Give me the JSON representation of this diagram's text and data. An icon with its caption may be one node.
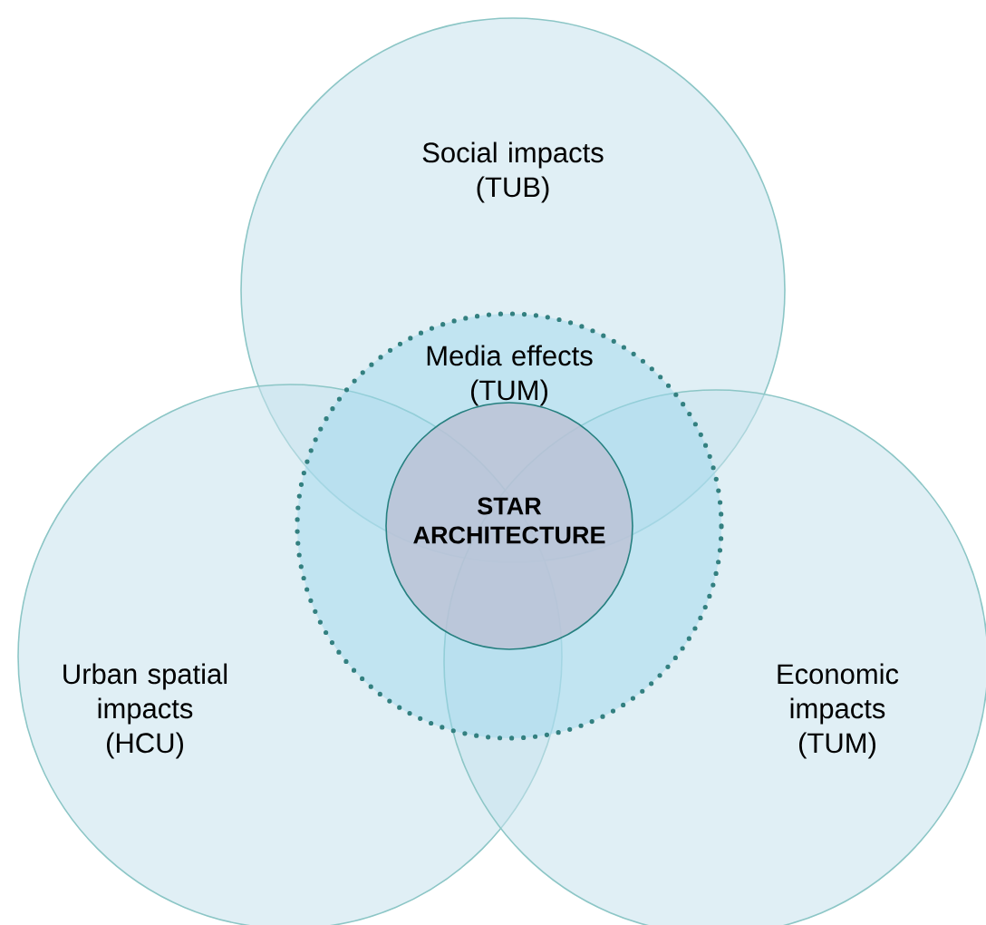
{
  "diagram": {
    "nodes": [
      {
        "text": [
          "Social impacts (TUB)"
        ]
      },
      {
        "text": [
          "Urban spatial impacts (HCU)"
        ]
      },
      {
        "text": [
          "Economic impacts (TUM)"
        ]
      },
      {
        "text": [
          "Media effects (TUM)"
        ]
      },
      {
        "text": [
          "STAR ARCHITECTURE"
        ],
        "in": 3
      }
    ]
  }
}
